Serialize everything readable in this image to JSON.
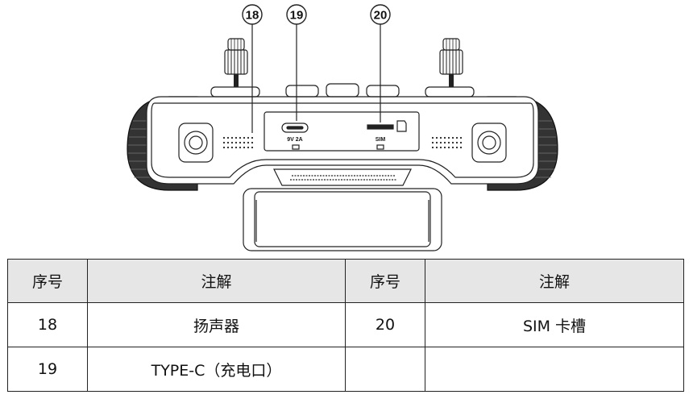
{
  "callouts": [
    "18",
    "19",
    "20"
  ],
  "ports": {
    "usb_label": "9V 2A",
    "sim_label": "SIM"
  },
  "table": {
    "headers": [
      "序号",
      "注解",
      "序号",
      "注解"
    ],
    "rows": [
      [
        "18",
        "扬声器",
        "20",
        "SIM 卡槽"
      ],
      [
        "19",
        "TYPE-C（充电口）",
        "",
        ""
      ]
    ]
  }
}
